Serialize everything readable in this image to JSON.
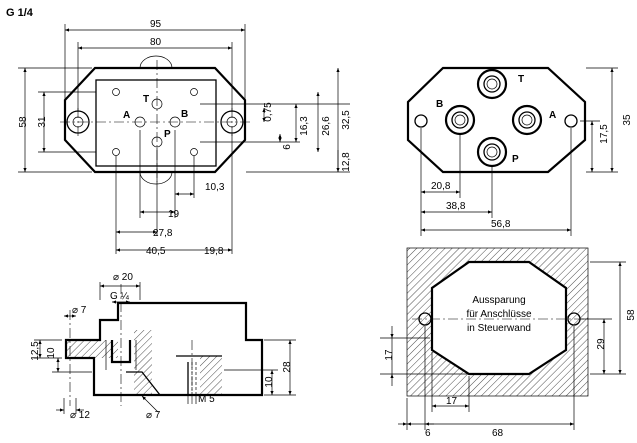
{
  "title": "G 1/4",
  "top_view": {
    "ports": {
      "t": "T",
      "a": "A",
      "b": "B",
      "p": "P"
    },
    "dims": {
      "d95": "95",
      "d80": "80",
      "d58": "58",
      "d31": "31",
      "d075": "0,75",
      "d6": "6",
      "d163": "16,3",
      "d266": "26,6",
      "d325": "32,5",
      "d128": "12,8",
      "d103": "10,3",
      "d19a": "19",
      "d278": "27,8",
      "d405": "40,5",
      "d198": "19,8"
    }
  },
  "right_view": {
    "ports": {
      "t": "T",
      "a": "A",
      "b": "B",
      "p": "P"
    },
    "dims": {
      "d35": "35",
      "d175": "17,5",
      "d208": "20,8",
      "d389": "38,8",
      "d568": "56,8"
    }
  },
  "section_view": {
    "dims": {
      "phi20": "⌀ 20",
      "g14": "G ¼",
      "phi7a": "⌀ 7",
      "d125": "12,5",
      "d10a": "10",
      "d28": "28",
      "d10b": "10",
      "phi12": "⌀ 12",
      "phi7b": "⌀ 7",
      "m5": "M 5"
    }
  },
  "cutout_view": {
    "label_lines": [
      "Aussparung",
      "für Anschlüsse",
      "in Steuerwand"
    ],
    "dims": {
      "d58": "58",
      "d29": "29",
      "d17v": "17",
      "d17h": "17",
      "d6": "6",
      "d68": "68"
    }
  }
}
